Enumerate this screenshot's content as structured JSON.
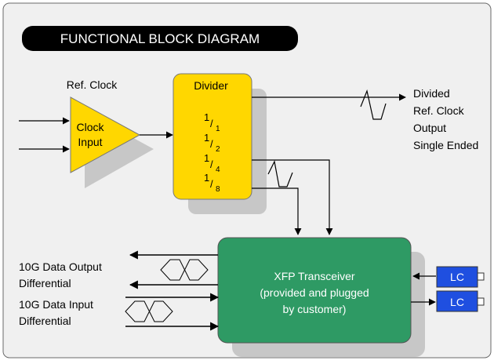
{
  "title": "FUNCTIONAL BLOCK DIAGRAM",
  "ref_clock": {
    "label": "Ref. Clock",
    "block_line1": "Clock",
    "block_line2": "Input"
  },
  "divider": {
    "title": "Divider",
    "ratios": [
      {
        "num": "1",
        "den": "1"
      },
      {
        "num": "1",
        "den": "2"
      },
      {
        "num": "1",
        "den": "4"
      },
      {
        "num": "1",
        "den": "8"
      }
    ]
  },
  "divided_output": {
    "lines": [
      "Divided",
      "Ref. Clock",
      "Output",
      "Single Ended"
    ]
  },
  "xfp": {
    "lines": [
      "XFP Transceiver",
      "(provided and plugged",
      "by customer)"
    ]
  },
  "data_output": {
    "line1": "10G Data Output",
    "line2": "Differential"
  },
  "data_input": {
    "line1": "10G Data Input",
    "line2": "Differential"
  },
  "lc_connectors": [
    {
      "label": "LC"
    },
    {
      "label": "LC"
    }
  ],
  "colors": {
    "background_panel": "#f0f0f0",
    "block_yellow": "#ffd700",
    "xfp_green": "#2e9a64",
    "lc_blue": "#1f4fe0",
    "shadow": "#c7c7c7",
    "title_bg": "#000000"
  }
}
